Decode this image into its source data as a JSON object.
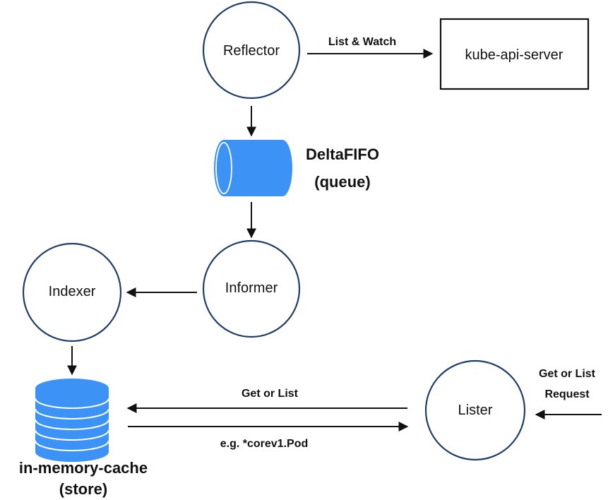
{
  "nodes": {
    "reflector": "Reflector",
    "api_server": "kube-api-server",
    "informer": "Informer",
    "indexer": "Indexer",
    "lister": "Lister",
    "delta_fifo": [
      "DeltaFIFO",
      "(queue)"
    ],
    "cache": [
      "in-memory-cache",
      "(store)"
    ]
  },
  "edges": {
    "list_watch": "List & Watch",
    "get_or_list": "Get or List",
    "result_type": "e.g. *corev1.Pod",
    "request": [
      "Get or List",
      "Request"
    ]
  },
  "colors": {
    "accent_blue": "#3d93f5",
    "node_stroke": "#1f3d66",
    "line": "#111111"
  }
}
